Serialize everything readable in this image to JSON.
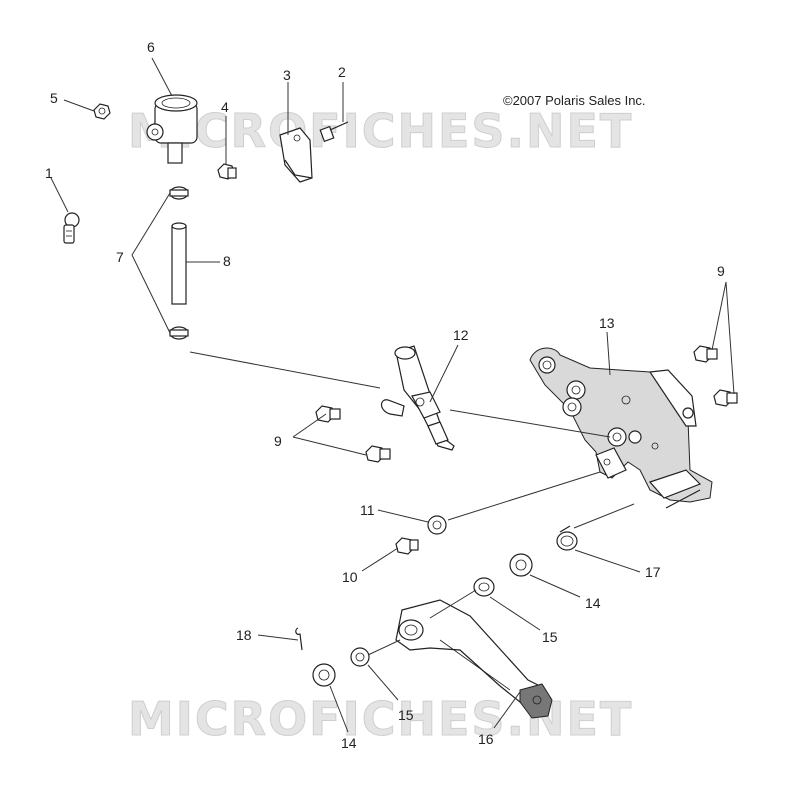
{
  "copyright": "©2007 Polaris Sales Inc.",
  "watermark": "MICROFICHES.NET",
  "callouts": {
    "c1": "1",
    "c2": "2",
    "c3": "3",
    "c4": "4",
    "c5": "5",
    "c6": "6",
    "c7": "7",
    "c8": "8",
    "c9a": "9",
    "c9b": "9",
    "c10": "10",
    "c11": "11",
    "c12": "12",
    "c13": "13",
    "c14a": "14",
    "c14b": "14",
    "c15a": "15",
    "c15b": "15",
    "c16": "16",
    "c17": "17",
    "c18": "18"
  }
}
